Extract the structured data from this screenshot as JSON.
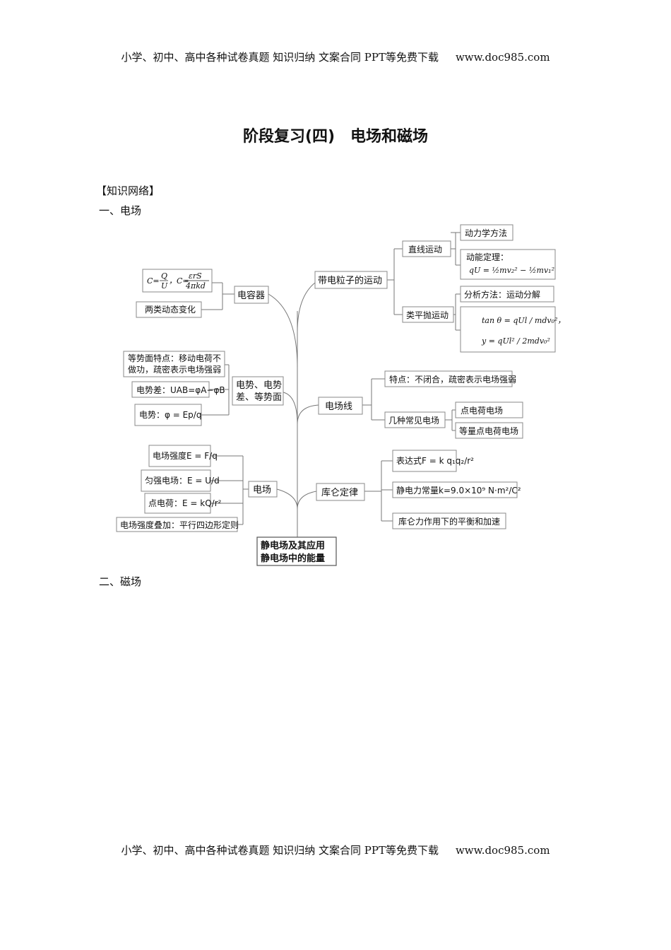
{
  "header": {
    "text": "小学、初中、高中各种试卷真题  知识归纳  文案合同  PPT等免费下载",
    "site": "www.doc985.com"
  },
  "footer": {
    "text": "小学、初中、高中各种试卷真题  知识归纳  文案合同  PPT等免费下载",
    "site": "www.doc985.com"
  },
  "title": "阶段复习(四)　电场和磁场",
  "knowledge_label": "【知识网络】",
  "section1": "一、电场",
  "section2": "二、磁场",
  "map": {
    "root": [
      "静电场及其应用",
      "静电场中的能量"
    ],
    "capacitor": {
      "label": "电容器",
      "formula": "C=Q/U，C=εrS/4πkd",
      "f_c1": "C=",
      "f_q": "Q",
      "f_u": "U",
      "f_comma": "，C=",
      "f_es": "εrS",
      "f_4pkd": "4πkd",
      "change": "两类动态变化"
    },
    "charged_motion": {
      "label": "带电粒子的运动",
      "linear": "直线运动",
      "dynamics": "动力学方法",
      "energy_theorem": "动能定理：",
      "energy_eq": "qU = ½mv₂² − ½mv₁²",
      "projectile": "类平抛运动",
      "analysis": "分析方法：运动分解",
      "tan_eq": "tan θ = qUl / mdv₀²，",
      "y_eq": "y = qUl² / 2mdv₀²"
    },
    "potential": {
      "label1": "电势、电势",
      "label2": "差、等势面",
      "equi1": "等势面特点：移动电荷不",
      "equi2": "做功，疏密表示电场强弱",
      "diff": "电势差：UAB=φA−φB",
      "phi": "电势：φ = Ep/q"
    },
    "field_lines": {
      "label": "电场线",
      "feature": "特点：不闭合，疏密表示电场强弱",
      "common": "几种常见电场",
      "point": "点电荷电场",
      "equal": "等量点电荷电场"
    },
    "field": {
      "label": "电场",
      "strength": "电场强度E = F/q",
      "uniform": "匀强电场：E = U/d",
      "point_charge": "点电荷：E = kQ/r²",
      "superposition": "电场强度叠加：平行四边形定则"
    },
    "coulomb": {
      "label": "库仑定律",
      "expr": "表达式F = k q₁q₂/r²",
      "constant": "静电力常量k=9.0×10⁹ N·m²/C²",
      "balance": "库仑力作用下的平衡和加速"
    }
  }
}
